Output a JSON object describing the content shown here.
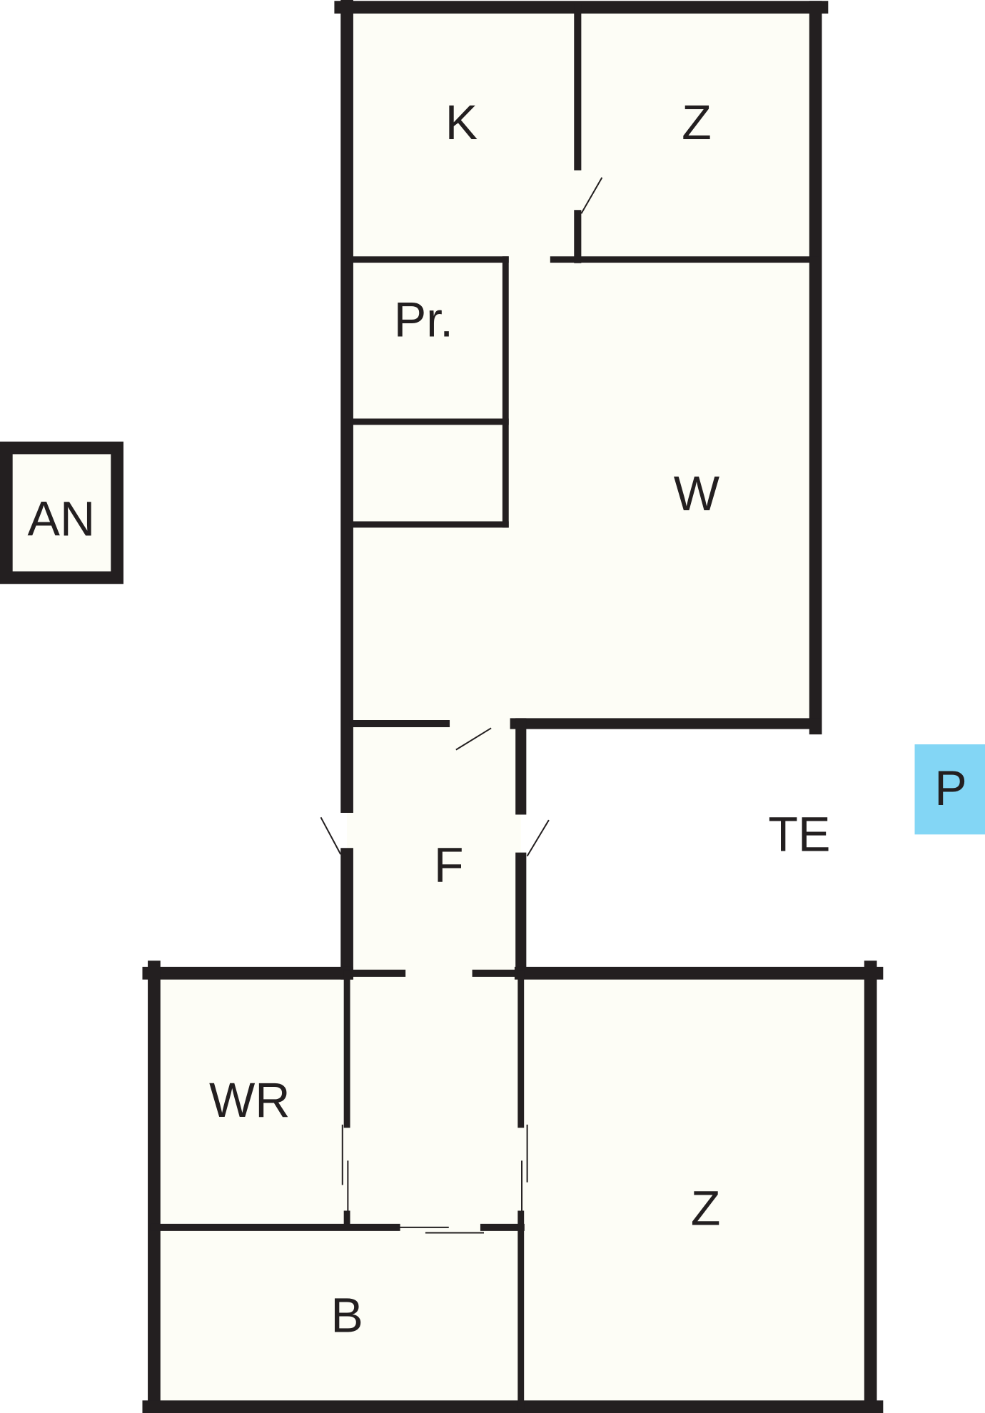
{
  "colors": {
    "wall": "#231f20",
    "room_fill": "#fdfdf6",
    "parking": "#83d6f5"
  },
  "rooms": {
    "kitchen": "K",
    "room_top": "Z",
    "pantry": "Pr.",
    "living": "W",
    "annex": "AN",
    "parking": "P",
    "terrace": "TE",
    "hall": "F",
    "washroom": "WR",
    "room_bottom": "Z",
    "bathroom": "B"
  }
}
